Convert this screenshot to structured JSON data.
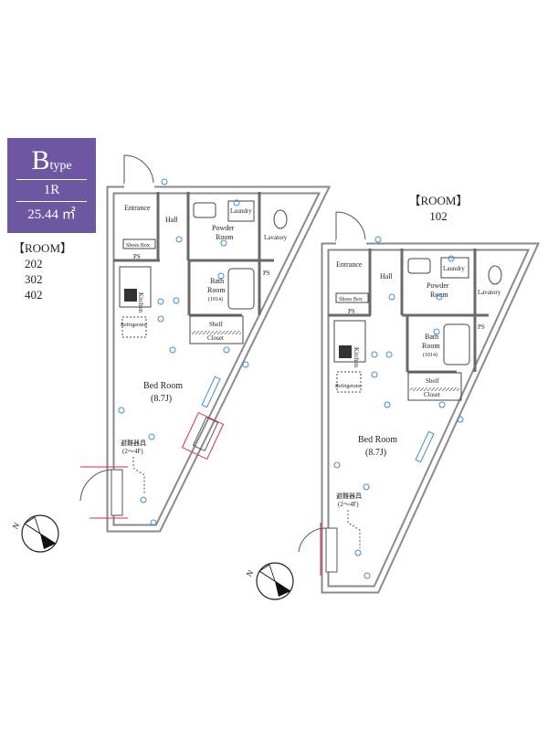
{
  "unit_type": {
    "letter": "B",
    "suffix": "type",
    "layout": "1R",
    "area": "25.44 ㎡"
  },
  "room_list": {
    "header": "【ROOM】",
    "numbers": [
      "202",
      "302",
      "402"
    ]
  },
  "room_102": {
    "header": "【ROOM】",
    "number": "102"
  },
  "labels": {
    "entrance": "Entrance",
    "hall": "Hall",
    "powder_room_1": "Powder",
    "powder_room_2": "Room",
    "laundry": "Laundry",
    "lavatory": "Lavatory",
    "shoes_box": "Shoes Box",
    "ps": "PS",
    "kitchen": "Kitchen",
    "bath_1": "Bath",
    "bath_2": "Room",
    "bath_3": "(1014)",
    "shelf": "Shelf",
    "closet": "Closet",
    "refrigerator": "Refrigerator",
    "bed_room": "Bed Room",
    "bed_size": "(8.7J)",
    "breaker_1": "避難器具",
    "breaker_2": "(2～4F)",
    "north": "N"
  },
  "colors": {
    "accent": "#6d57a3",
    "wall": "#7a7a7a",
    "fixture": "#3f8fcf",
    "marker": "#d9323c"
  }
}
